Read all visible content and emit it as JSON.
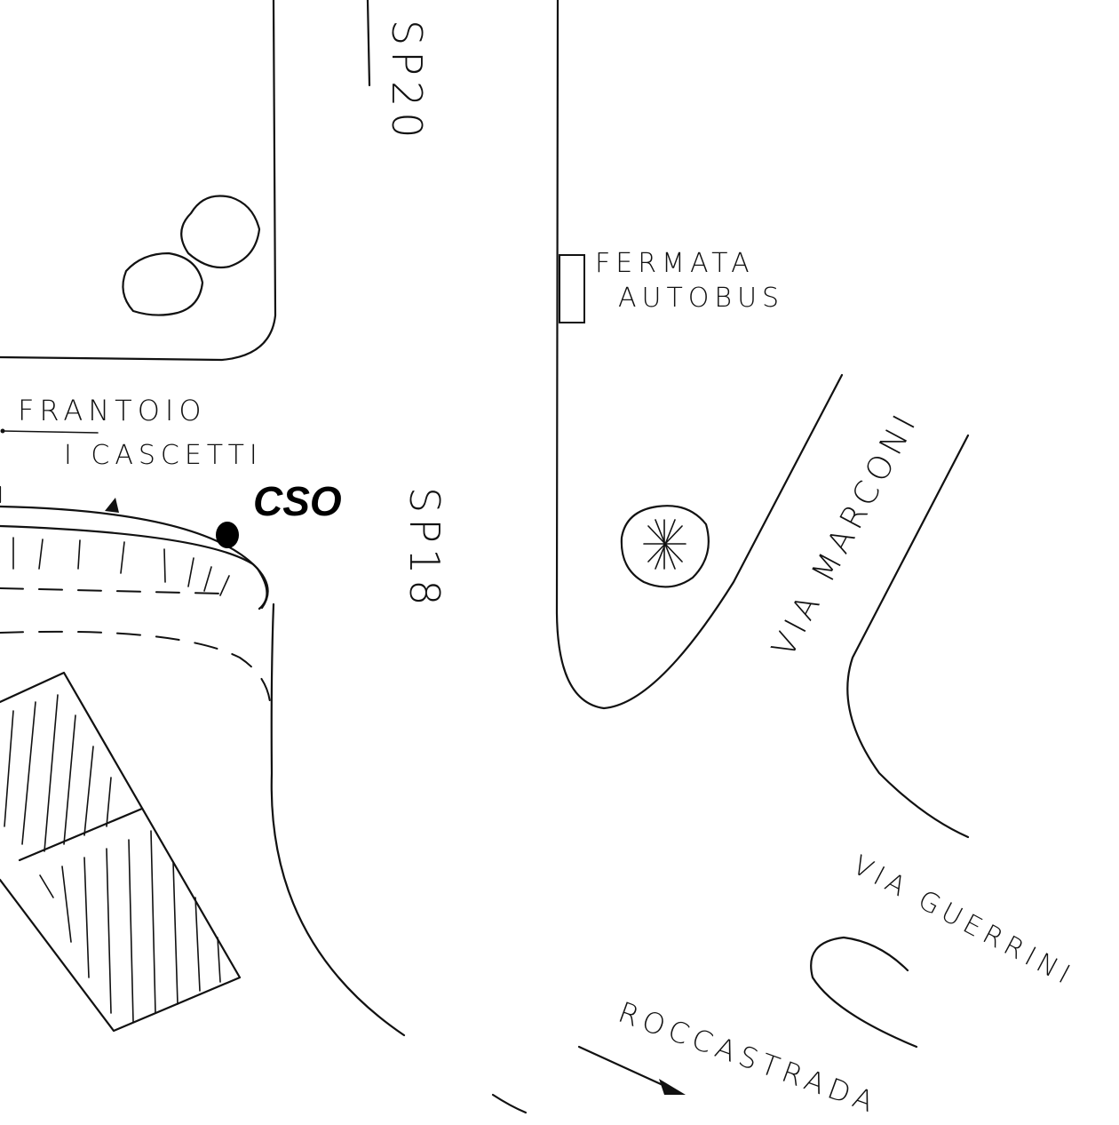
{
  "labels": {
    "sp20": "SP20",
    "sp18": "SP18",
    "fermata_line1": "FERMATA",
    "fermata_line2": "AUTOBUS",
    "frantoio_line1": "FRANTOIO",
    "frantoio_line2": "I CASCETTI",
    "cso": "CSO",
    "via_marconi": "VIA MARCONI",
    "via_guerrini": "VIA GUERRINI",
    "roccastrada": "ROCCASTRADA"
  },
  "colors": {
    "ink": "#111111",
    "background": "#ffffff",
    "marker": "#000000"
  },
  "icons": [
    "bush-icon",
    "flower-bush-icon",
    "bus-stop-shelter-icon",
    "location-marker-icon",
    "direction-arrow-icon"
  ]
}
